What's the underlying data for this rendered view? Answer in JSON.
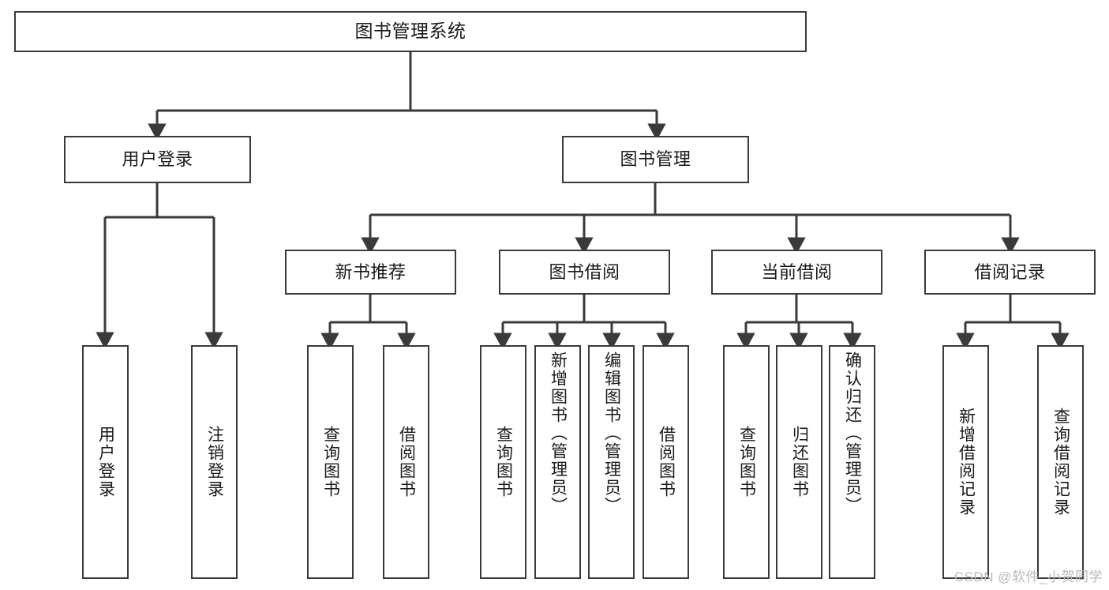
{
  "diagram": {
    "title_node": {
      "id": "root",
      "label": "图书管理系统"
    },
    "level1": [
      {
        "id": "user-login",
        "label": "用户登录"
      },
      {
        "id": "book-management",
        "label": "图书管理"
      }
    ],
    "level2": [
      {
        "id": "new-book-recommend",
        "label": "新书推荐",
        "parent": "book-management"
      },
      {
        "id": "book-borrow",
        "label": "图书借阅",
        "parent": "book-management"
      },
      {
        "id": "current-borrow",
        "label": "当前借阅",
        "parent": "book-management"
      },
      {
        "id": "borrow-record",
        "label": "借阅记录",
        "parent": "book-management"
      }
    ],
    "leaves": [
      {
        "id": "leaf-user-login",
        "label": "用户登录",
        "parent": "user-login"
      },
      {
        "id": "leaf-logout",
        "label": "注销登录",
        "parent": "user-login"
      },
      {
        "id": "leaf-query-book-1",
        "label": "查询图书",
        "parent": "new-book-recommend"
      },
      {
        "id": "leaf-borrow-book-1",
        "label": "借阅图书",
        "parent": "new-book-recommend"
      },
      {
        "id": "leaf-query-book-2",
        "label": "查询图书",
        "parent": "book-borrow"
      },
      {
        "id": "leaf-add-book",
        "label": "新增图书（管理员）",
        "parent": "book-borrow"
      },
      {
        "id": "leaf-edit-book",
        "label": "编辑图书（管理员）",
        "parent": "book-borrow"
      },
      {
        "id": "leaf-borrow-book-2",
        "label": "借阅图书",
        "parent": "book-borrow"
      },
      {
        "id": "leaf-query-book-3",
        "label": "查询图书",
        "parent": "current-borrow"
      },
      {
        "id": "leaf-return-book",
        "label": "归还图书",
        "parent": "current-borrow"
      },
      {
        "id": "leaf-confirm-return",
        "label": "确认归还（管理员）",
        "parent": "current-borrow"
      },
      {
        "id": "leaf-add-record",
        "label": "新增借阅记录",
        "parent": "borrow-record"
      },
      {
        "id": "leaf-query-record",
        "label": "查询借阅记录",
        "parent": "borrow-record"
      }
    ],
    "watermark": "CSDN @软件_小贺同学",
    "colors": {
      "border": "#3a3a3a",
      "edge": "#3a3a3a",
      "background": "#ffffff",
      "text": "#1a1a1a",
      "watermark": "#b9b9b9"
    }
  }
}
